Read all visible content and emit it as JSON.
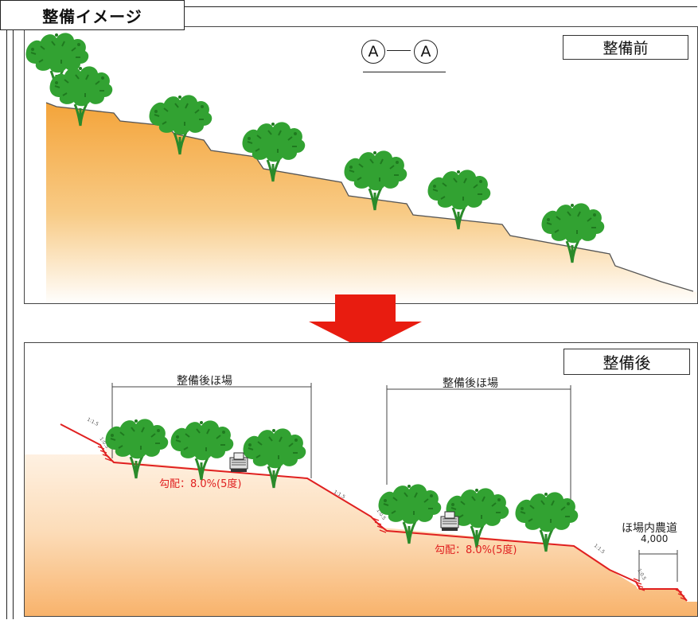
{
  "header": {
    "title": "整備イメージ"
  },
  "before": {
    "label": "整備前",
    "section": {
      "left": "A",
      "right": "A"
    }
  },
  "after": {
    "label": "整備後",
    "field_left_label": "整備後ほ場",
    "field_right_label": "整備後ほ場",
    "gradient_left": "勾配：8.0%(5度)",
    "gradient_right": "勾配：8.0%(5度)",
    "slope_ratio_labels": [
      "1:1.5",
      "1:0.5",
      "1:1.5",
      "1:0.5",
      "1:1.5",
      "1:0.5"
    ],
    "road_label": "ほ場内農道",
    "road_width": "4,000"
  },
  "colors": {
    "soil": "#f5a93c",
    "foliage": "#2e9a2e",
    "arrow": "#e81c10",
    "cut_line": "#e02020"
  },
  "icons": [
    "tree-icon",
    "tractor-icon",
    "down-arrow-icon"
  ]
}
